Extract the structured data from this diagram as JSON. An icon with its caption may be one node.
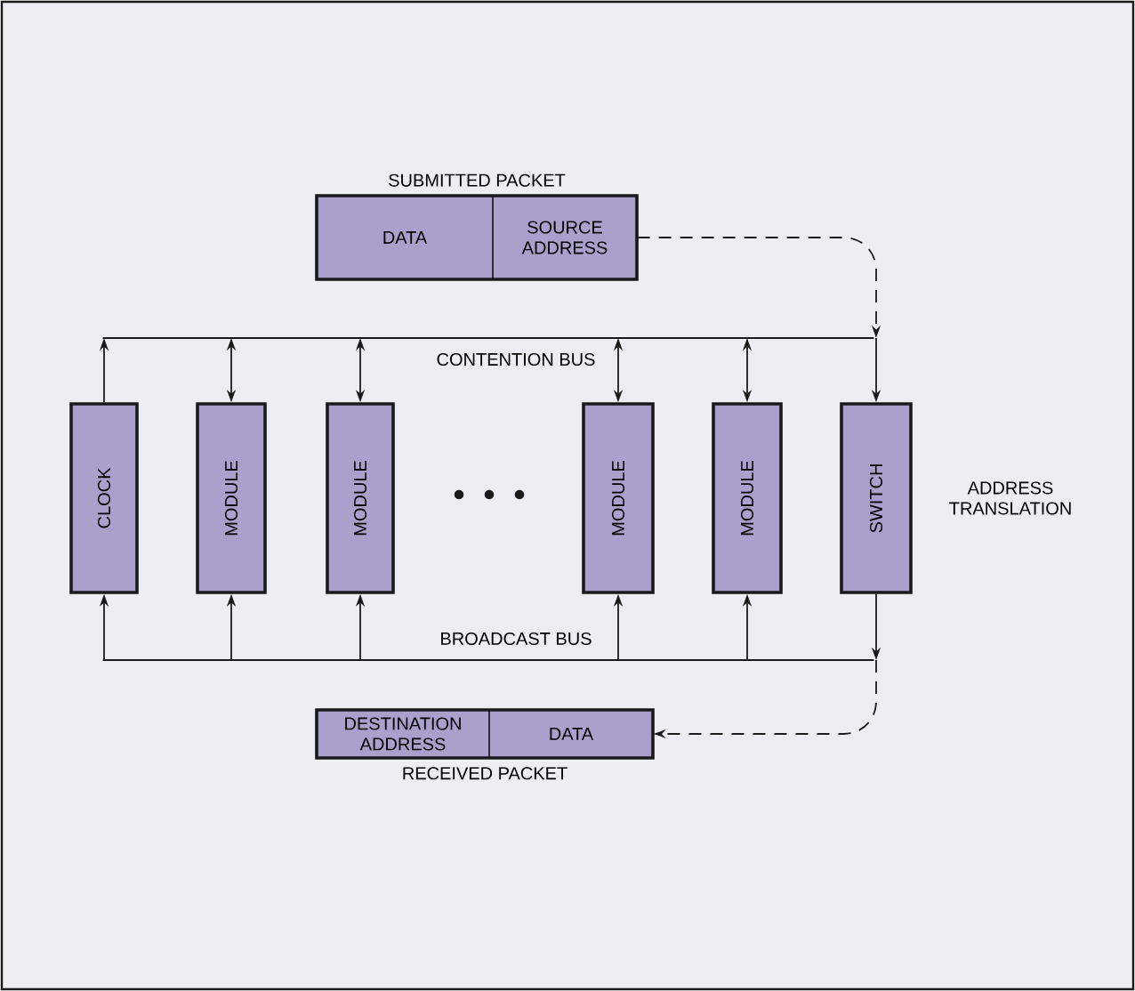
{
  "diagram": {
    "nodes": [
      {
        "text": [
          "SUBMITTED PACKET"
        ]
      },
      {
        "text": [
          "DATA"
        ],
        "in": 0
      },
      {
        "text": [
          "SOURCE ADDRESS"
        ],
        "in": 0
      },
      {
        "text": [
          "CONTENTION BUS"
        ]
      },
      {
        "text": [
          "CLOCK"
        ]
      },
      {
        "text": [
          "MODULE"
        ]
      },
      {
        "text": [
          "MODULE"
        ]
      },
      {
        "text": [
          "MODULE"
        ]
      },
      {
        "text": [
          "MODULE"
        ]
      },
      {
        "text": [
          "SWITCH"
        ],
        "beside": [
          "ADDRESS TRANSLATION"
        ]
      },
      {
        "text": [
          "BROADCAST BUS"
        ]
      },
      {
        "text": [
          "RECEIVED PACKET"
        ]
      },
      {
        "text": [
          "DESTINATION ADDRESS"
        ],
        "in": 11
      },
      {
        "text": [
          "DATA"
        ],
        "in": 11
      }
    ],
    "edges": [
      {
        "from": 4,
        "to": 3,
        "arrow": "to"
      },
      {
        "from": 5,
        "to": 3,
        "arrow": "both"
      },
      {
        "from": 6,
        "to": 3,
        "arrow": "both"
      },
      {
        "from": 7,
        "to": 3,
        "arrow": "both"
      },
      {
        "from": 8,
        "to": 3,
        "arrow": "both"
      },
      {
        "from": 3,
        "to": 9,
        "arrow": "to"
      },
      {
        "from": 10,
        "to": 4,
        "arrow": "to"
      },
      {
        "from": 10,
        "to": 5,
        "arrow": "to"
      },
      {
        "from": 10,
        "to": 6,
        "arrow": "to"
      },
      {
        "from": 10,
        "to": 7,
        "arrow": "to"
      },
      {
        "from": 10,
        "to": 8,
        "arrow": "to"
      },
      {
        "from": 9,
        "to": 10,
        "arrow": "to"
      },
      {
        "from": 2,
        "to": 3,
        "arrow": "to",
        "style": "dashed"
      },
      {
        "from": 10,
        "to": 13,
        "arrow": "to",
        "style": "dashed"
      }
    ]
  }
}
